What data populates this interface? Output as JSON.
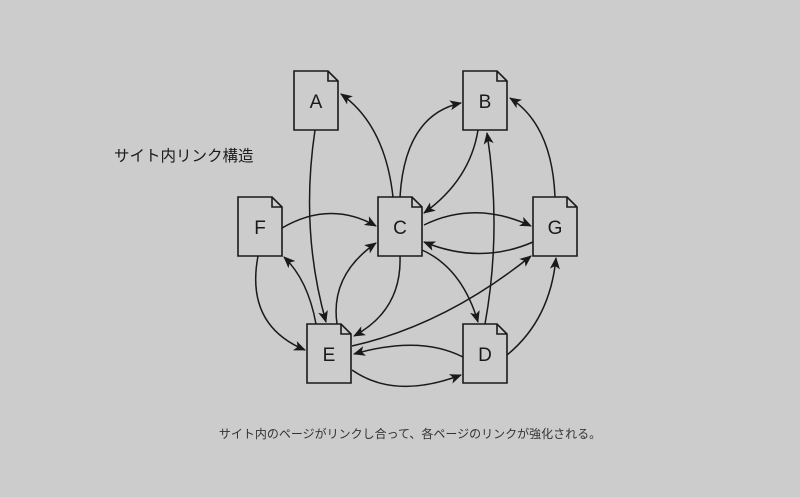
{
  "title": "サイト内リンク構造",
  "caption": "サイト内のページがリンクし合って、各ページのリンクが強化される。",
  "nodes": {
    "A": "A",
    "B": "B",
    "C": "C",
    "D": "D",
    "E": "E",
    "F": "F",
    "G": "G"
  },
  "links": [
    [
      "A",
      "E"
    ],
    [
      "C",
      "A"
    ],
    [
      "C",
      "B"
    ],
    [
      "B",
      "C"
    ],
    [
      "G",
      "B"
    ],
    [
      "D",
      "B"
    ],
    [
      "F",
      "C"
    ],
    [
      "C",
      "G"
    ],
    [
      "G",
      "C"
    ],
    [
      "F",
      "E"
    ],
    [
      "E",
      "F"
    ],
    [
      "E",
      "C"
    ],
    [
      "C",
      "E"
    ],
    [
      "C",
      "D"
    ],
    [
      "E",
      "G"
    ],
    [
      "D",
      "E"
    ],
    [
      "E",
      "D"
    ],
    [
      "D",
      "G"
    ]
  ]
}
